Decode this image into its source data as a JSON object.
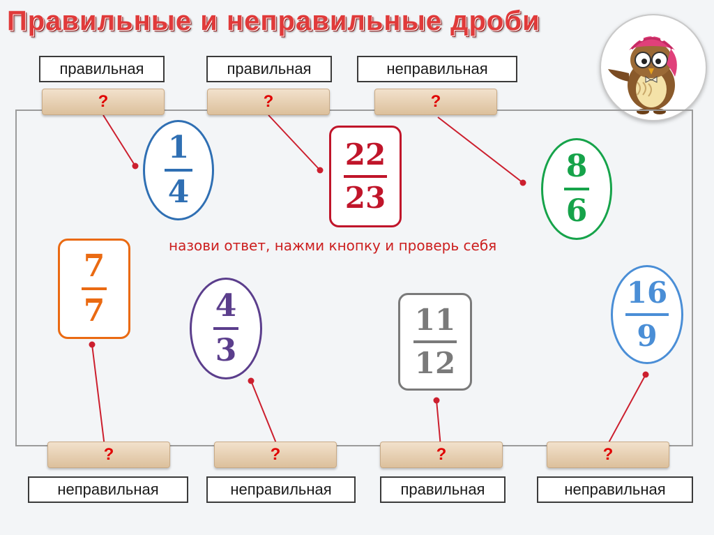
{
  "title": "Правильные и неправильные дроби",
  "hint": "назови ответ, нажми кнопку и проверь себя",
  "button_label": "?",
  "colors": {
    "title": "#e03a3a",
    "hint": "#cc1f1f",
    "line": "#cc1f2e",
    "question": "#e00000"
  },
  "top_answers": [
    "правильная",
    "правильная",
    "неправильная"
  ],
  "bottom_answers": [
    "неправильная",
    "неправильная",
    "правильная",
    "неправильная"
  ],
  "fractions": [
    {
      "numerator": "1",
      "denominator": "4",
      "color": "#2f6fb3",
      "shape": "oval"
    },
    {
      "numerator": "22",
      "denominator": "23",
      "color": "#c0152a",
      "shape": "rect"
    },
    {
      "numerator": "8",
      "denominator": "6",
      "color": "#16a34a",
      "shape": "oval"
    },
    {
      "numerator": "7",
      "denominator": "7",
      "color": "#ea6a12",
      "shape": "rect"
    },
    {
      "numerator": "4",
      "denominator": "3",
      "color": "#5b3e8c",
      "shape": "oval"
    },
    {
      "numerator": "11",
      "denominator": "12",
      "color": "#7a7a7a",
      "shape": "rect"
    },
    {
      "numerator": "16",
      "denominator": "9",
      "color": "#4a8ed6",
      "shape": "oval"
    }
  ],
  "mascot": "owl-teacher-icon"
}
